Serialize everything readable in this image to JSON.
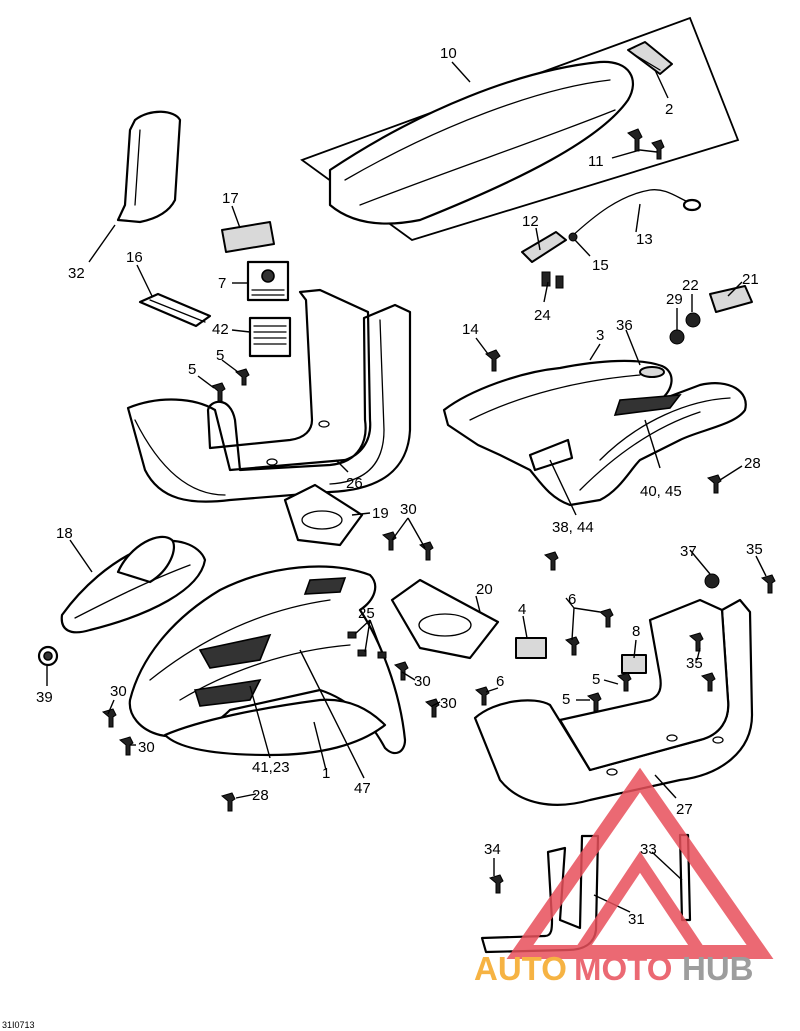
{
  "diagram": {
    "reference_code": "31I0713",
    "callouts": [
      {
        "id": "c10",
        "label": "10"
      },
      {
        "id": "c2",
        "label": "2"
      },
      {
        "id": "c11",
        "label": "11"
      },
      {
        "id": "c13",
        "label": "13"
      },
      {
        "id": "c12",
        "label": "12"
      },
      {
        "id": "c15",
        "label": "15"
      },
      {
        "id": "c24",
        "label": "24"
      },
      {
        "id": "c32",
        "label": "32"
      },
      {
        "id": "c17",
        "label": "17"
      },
      {
        "id": "c16",
        "label": "16"
      },
      {
        "id": "c7",
        "label": "7"
      },
      {
        "id": "c42",
        "label": "42"
      },
      {
        "id": "c5a",
        "label": "5"
      },
      {
        "id": "c5b",
        "label": "5"
      },
      {
        "id": "c26",
        "label": "26"
      },
      {
        "id": "c14",
        "label": "14"
      },
      {
        "id": "c3",
        "label": "3"
      },
      {
        "id": "c36",
        "label": "36"
      },
      {
        "id": "c29",
        "label": "29"
      },
      {
        "id": "c22",
        "label": "22"
      },
      {
        "id": "c21",
        "label": "21"
      },
      {
        "id": "c28a",
        "label": "28"
      },
      {
        "id": "c40",
        "label": "40, 45"
      },
      {
        "id": "c38",
        "label": "38, 44"
      },
      {
        "id": "c19",
        "label": "19"
      },
      {
        "id": "c30a",
        "label": "30"
      },
      {
        "id": "c18",
        "label": "18"
      },
      {
        "id": "c20",
        "label": "20"
      },
      {
        "id": "c25",
        "label": "25"
      },
      {
        "id": "c30b",
        "label": "30"
      },
      {
        "id": "c30c",
        "label": "30"
      },
      {
        "id": "c30d",
        "label": "30"
      },
      {
        "id": "c30e",
        "label": "30"
      },
      {
        "id": "c39",
        "label": "39"
      },
      {
        "id": "c4",
        "label": "4"
      },
      {
        "id": "c6a",
        "label": "6"
      },
      {
        "id": "c6b",
        "label": "6"
      },
      {
        "id": "c37",
        "label": "37"
      },
      {
        "id": "c35a",
        "label": "35"
      },
      {
        "id": "c35b",
        "label": "35"
      },
      {
        "id": "c8",
        "label": "8"
      },
      {
        "id": "c5c",
        "label": "5"
      },
      {
        "id": "c5d",
        "label": "5"
      },
      {
        "id": "c41",
        "label": "41,23"
      },
      {
        "id": "c1",
        "label": "1"
      },
      {
        "id": "c47",
        "label": "47"
      },
      {
        "id": "c28b",
        "label": "28"
      },
      {
        "id": "c27",
        "label": "27"
      },
      {
        "id": "c34",
        "label": "34"
      },
      {
        "id": "c33",
        "label": "33"
      },
      {
        "id": "c31",
        "label": "31"
      }
    ]
  },
  "watermark": {
    "part1": "AUTO",
    "part2": "MOTO",
    "part3": "HUB",
    "color_orange": "#f5a623",
    "color_red": "#e8505b",
    "color_grey": "#8c8c8c"
  }
}
